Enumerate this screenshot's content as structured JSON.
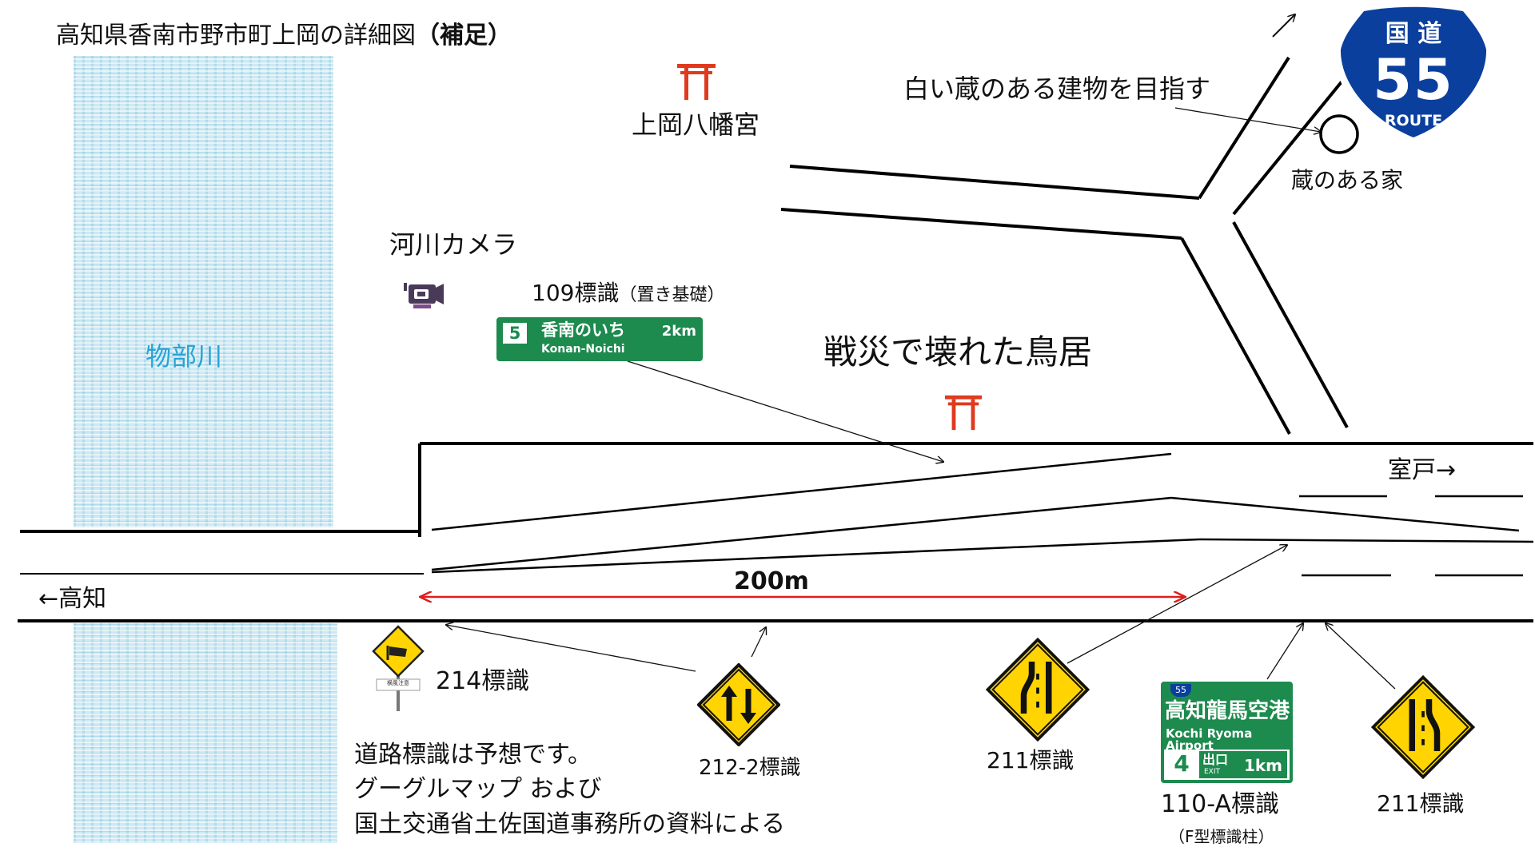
{
  "title": "高知県香南市野市町上岡の詳細図",
  "title_note": "（補足）",
  "river_name": "物部川",
  "river_camera": "河川カメラ",
  "shrine_name": "上岡八幡宮",
  "torii_label": "戦災で壊れた鳥居",
  "white_storehouse_note": "白い蔵のある建物を目指す",
  "storehouse_house": "蔵のある家",
  "to_kochi": "←高知",
  "to_muroto": "室戸→",
  "distance": "200m",
  "sign_109": {
    "label": "109標識",
    "note": "（置き基礎）",
    "route_number": "5",
    "place_jp": "香南のいち",
    "distance": "2km",
    "place_en": "Konan-Noichi"
  },
  "sign_214": {
    "label": "214標識",
    "plate_text": "横風注意"
  },
  "sign_212_2": {
    "label": "212-2標識"
  },
  "sign_211_a": {
    "label": "211標識"
  },
  "sign_211_b": {
    "label": "211標識"
  },
  "sign_110a": {
    "label": "110-A標識",
    "note": "（F型標識柱）",
    "route_badge": "55",
    "place_jp": "高知龍馬空港",
    "place_en": "Kochi Ryoma Airport",
    "exit_number": "4",
    "exit_jp": "出口",
    "exit_en": "EXIT",
    "exit_distance": "1km"
  },
  "route55_shield": {
    "kanji": "国 道",
    "number": "55",
    "word": "ROUTE"
  },
  "disclaimer": [
    "道路標識は予想です。",
    "グーグルマップ および",
    "国土交通省土佐国道事務所の資料による"
  ],
  "colors": {
    "river": "#cfe9f3",
    "river_label": "#2aa3d6",
    "sign_green": "#1d8a4e",
    "warning_yellow": "#ffd400",
    "route_blue": "#0a3f9e",
    "torii_red": "#e03a1e",
    "distance_arrow": "#e01b1b"
  }
}
